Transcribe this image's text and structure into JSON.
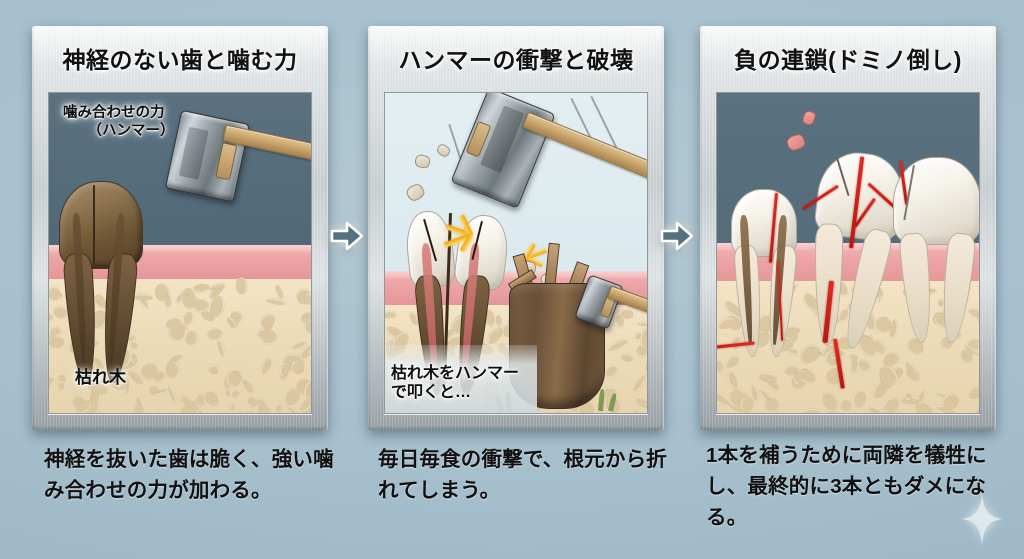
{
  "background_color": "#a6bfcd",
  "panels": [
    {
      "id": "panel-1",
      "title": "神経のない歯と噛む力",
      "scene_labels": {
        "force_line1": "噛み合わせの力",
        "force_line2": "（ハンマー）",
        "withered_tree": "枯れ木"
      },
      "caption": "神経を抜いた歯は脆く、強い噛み合わせの力が加わる。",
      "scene_background": "#4e6675",
      "tooth_state": "dead-discolored"
    },
    {
      "id": "panel-2",
      "title": "ハンマーの衝撃と破壊",
      "scene_labels": {
        "stump_note": "枯れ木をハンマーで叩くと…"
      },
      "caption": "毎日毎食の衝撃で、根元から折れてしまう。",
      "scene_background": "#dbe9ee",
      "tooth_state": "fractured"
    },
    {
      "id": "panel-3",
      "title": "負の連鎖(ドミノ倒し)",
      "scene_labels": {},
      "caption": "1本を補うために両隣を犠牲にし、最終的に3本ともダメになる。",
      "scene_background": "#4f6775",
      "tooth_state": "three-teeth-cracked"
    }
  ],
  "arrows": [
    {
      "name": "arrow-panel1-to-panel2",
      "glyph": "➡"
    },
    {
      "name": "arrow-panel2-to-panel3",
      "glyph": "➡"
    }
  ],
  "decor": {
    "sparkle": "✦"
  },
  "colors": {
    "frame_metal": "#c9cfd2",
    "gum_pink": "#eca3a5",
    "bone_cream": "#eddcb9",
    "crack_red": "#c81a12",
    "hammer_steel": "#8f979c",
    "wood_handle": "#c49a63",
    "title_text": "#111111"
  }
}
